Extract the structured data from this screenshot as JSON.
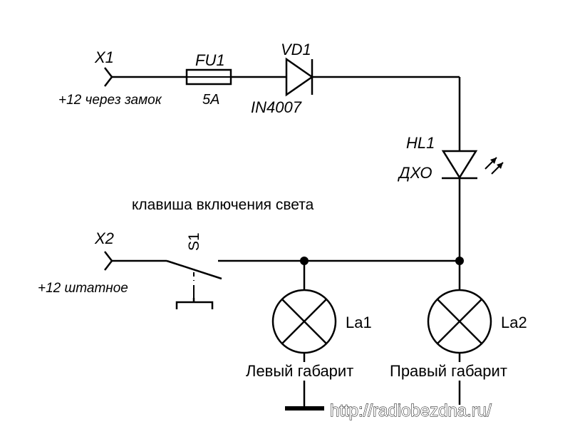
{
  "connector_x1": {
    "ref": "X1",
    "note": "+12 через замок"
  },
  "fuse": {
    "ref": "FU1",
    "value": "5A"
  },
  "diode": {
    "ref": "VD1",
    "part": "IN4007"
  },
  "led": {
    "ref": "HL1",
    "label": "ДХО"
  },
  "switch_caption": "клавиша включения света",
  "connector_x2": {
    "ref": "X2",
    "note": "+12 штатное"
  },
  "switch": {
    "ref": "S1"
  },
  "lamp1": {
    "ref": "La1",
    "label": "Левый габарит"
  },
  "lamp2": {
    "ref": "La2",
    "label": "Правый габарит"
  },
  "watermark": "http://radiobezdna.ru/"
}
